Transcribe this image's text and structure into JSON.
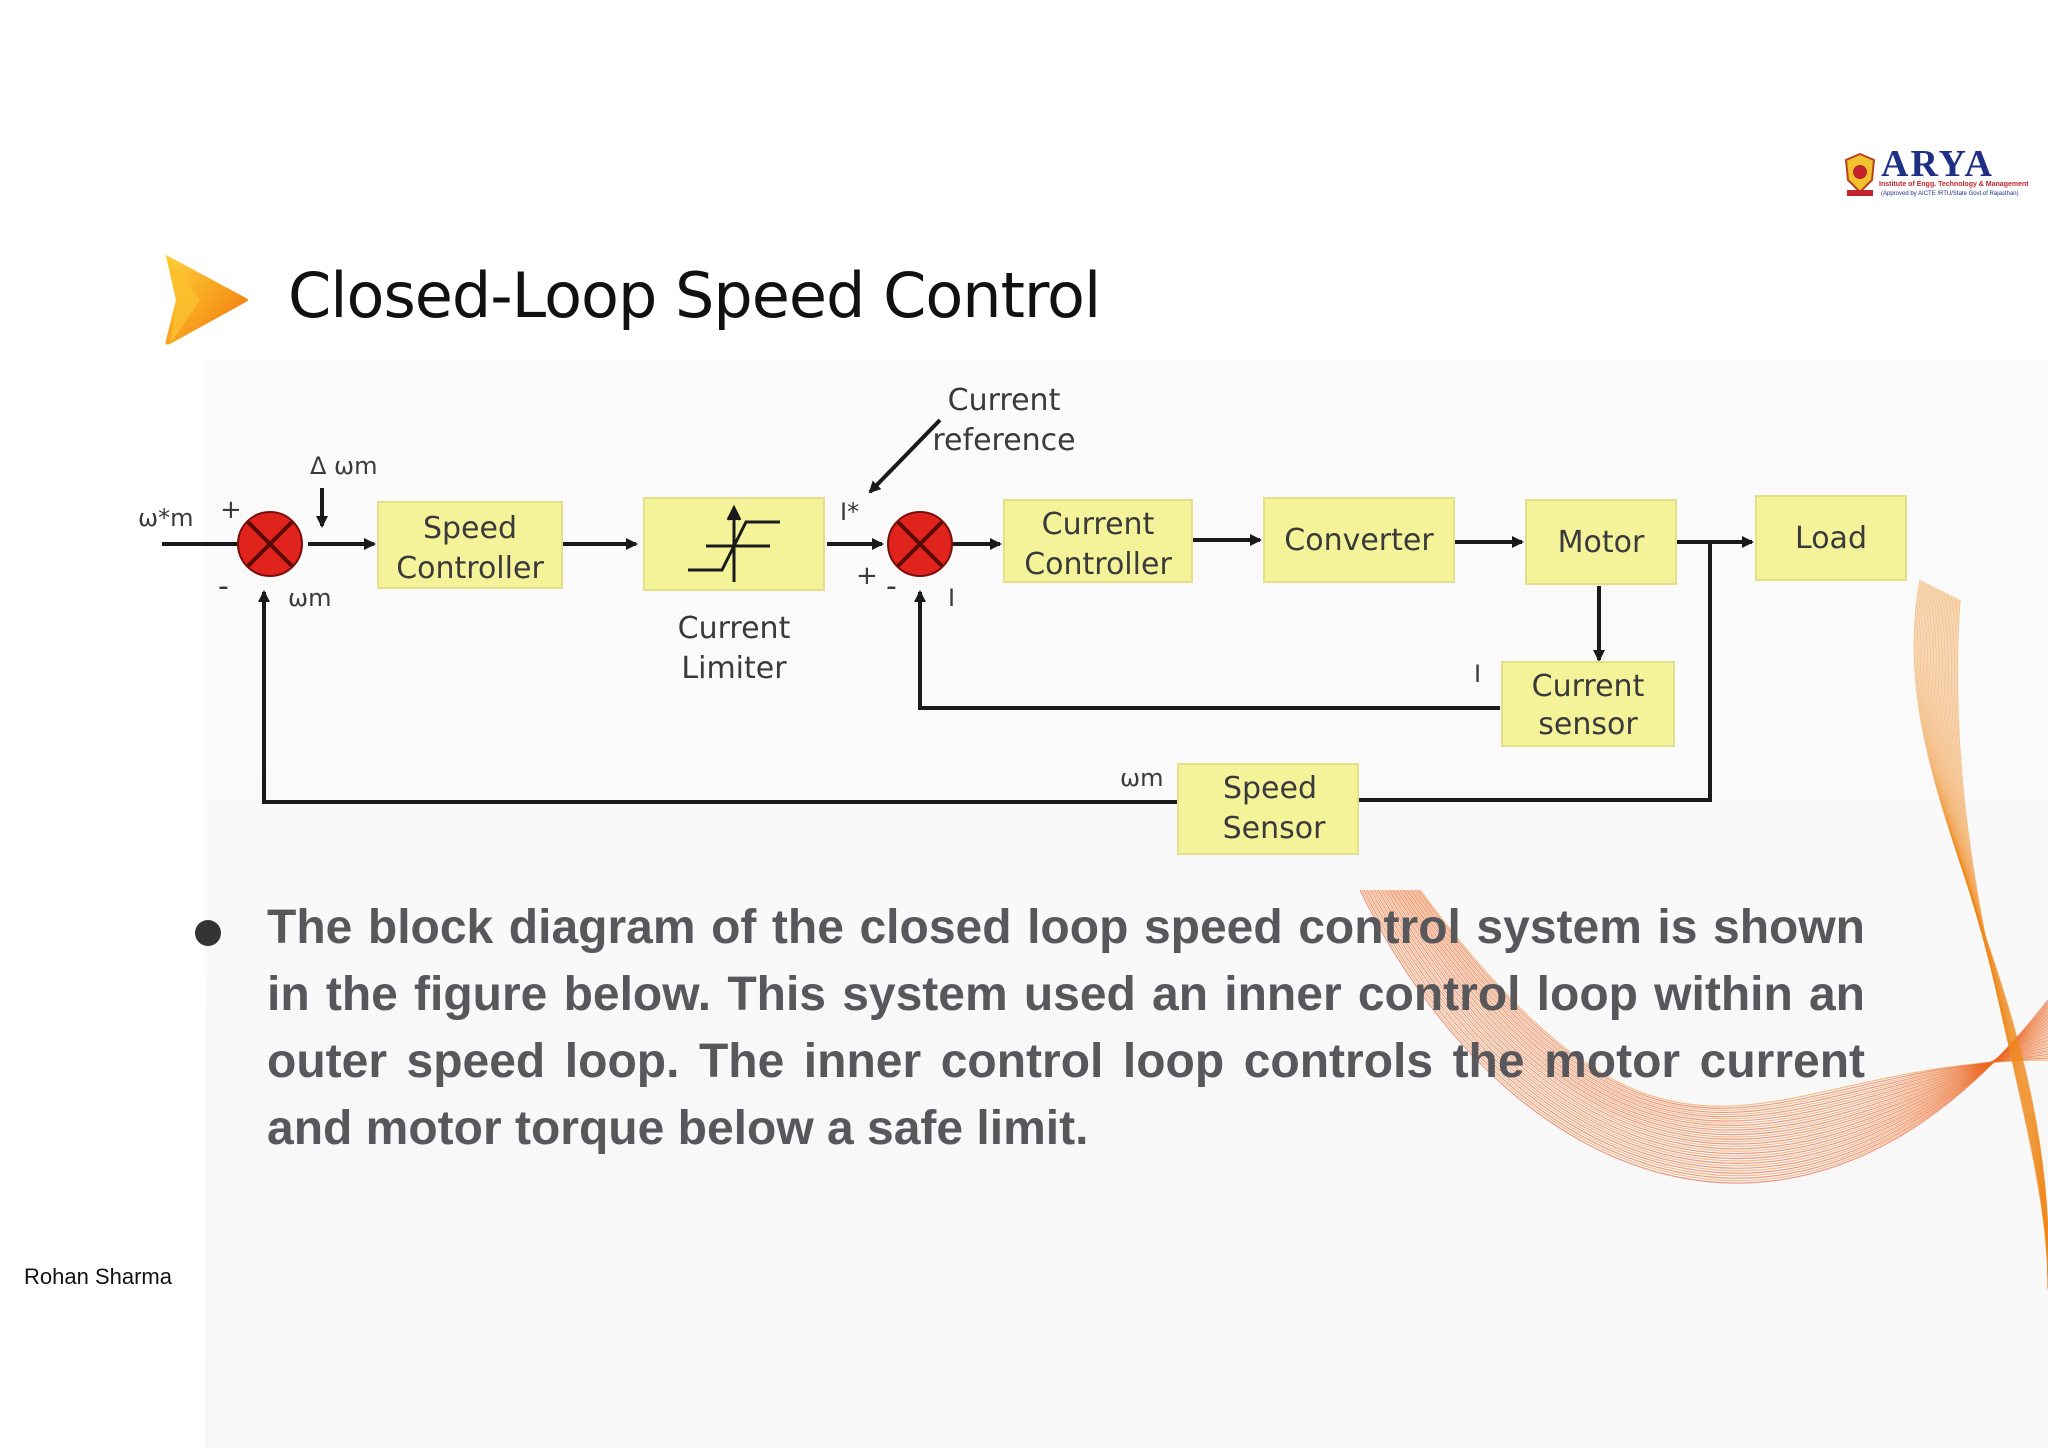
{
  "slide": {
    "title": "Closed-Loop Speed Control",
    "bullet": "The block diagram of the closed loop speed control system is shown in the figure below. This system used an inner control loop within an outer speed loop. The inner control loop controls the motor current and motor torque below a safe limit.",
    "author": "Rohan Sharma"
  },
  "logo": {
    "name": "ARYA",
    "line1": "Institute of Engg. Technology & Management",
    "line2": "(Approved by AICTE /RTU/State Govt.of Rajasthan)"
  },
  "diagram": {
    "blocks": {
      "speed_controller": [
        "Speed",
        "Controller"
      ],
      "current_controller": [
        "Current",
        "Controller"
      ],
      "converter": "Converter",
      "motor": "Motor",
      "load": "Load",
      "current_sensor": [
        "Current",
        "sensor"
      ],
      "speed_sensor": [
        "Speed",
        "Sensor"
      ]
    },
    "labels": {
      "current_limiter": [
        "Current",
        "Limiter"
      ],
      "current_reference": [
        "Current",
        "reference"
      ],
      "omega_ref": "ω*m",
      "delta_omega": "Δ ωm",
      "omega_feedback": "ωm",
      "omega_sensor_out": "ωm",
      "i_star": "I*",
      "i_feedback": "I",
      "i_sensor_out": "I",
      "plus": "+",
      "minus": "-"
    },
    "colors": {
      "block_fill": "#f5f39a",
      "summer_fill": "#e0231d",
      "line": "#1a1a1a"
    }
  },
  "decor": {
    "accent_orange": "#f08a1c",
    "accent_red": "#e8452a"
  }
}
